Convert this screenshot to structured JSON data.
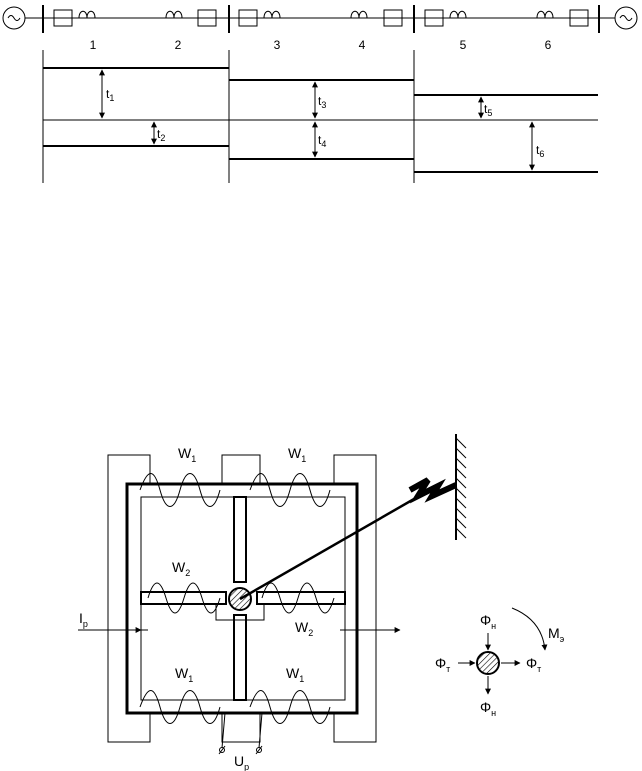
{
  "top_diagram": {
    "relay_numbers": [
      "1",
      "2",
      "3",
      "4",
      "5",
      "6"
    ],
    "time_labels": [
      {
        "main": "t",
        "sub": "1"
      },
      {
        "main": "t",
        "sub": "2"
      },
      {
        "main": "t",
        "sub": "3"
      },
      {
        "main": "t",
        "sub": "4"
      },
      {
        "main": "t",
        "sub": "5"
      },
      {
        "main": "t",
        "sub": "6"
      }
    ]
  },
  "relay_diagram": {
    "winding_w1": {
      "main": "W",
      "sub": "1"
    },
    "winding_w2": {
      "main": "W",
      "sub": "2"
    },
    "current_label": {
      "main": "I",
      "sub": "р"
    },
    "voltage_label": {
      "main": "U",
      "sub": "р"
    }
  },
  "force_diagram": {
    "phi_n": {
      "main": "Φ",
      "sub": "н"
    },
    "phi_t": {
      "main": "Φ",
      "sub": "т"
    },
    "moment": {
      "main": "M",
      "sub": "э"
    }
  }
}
